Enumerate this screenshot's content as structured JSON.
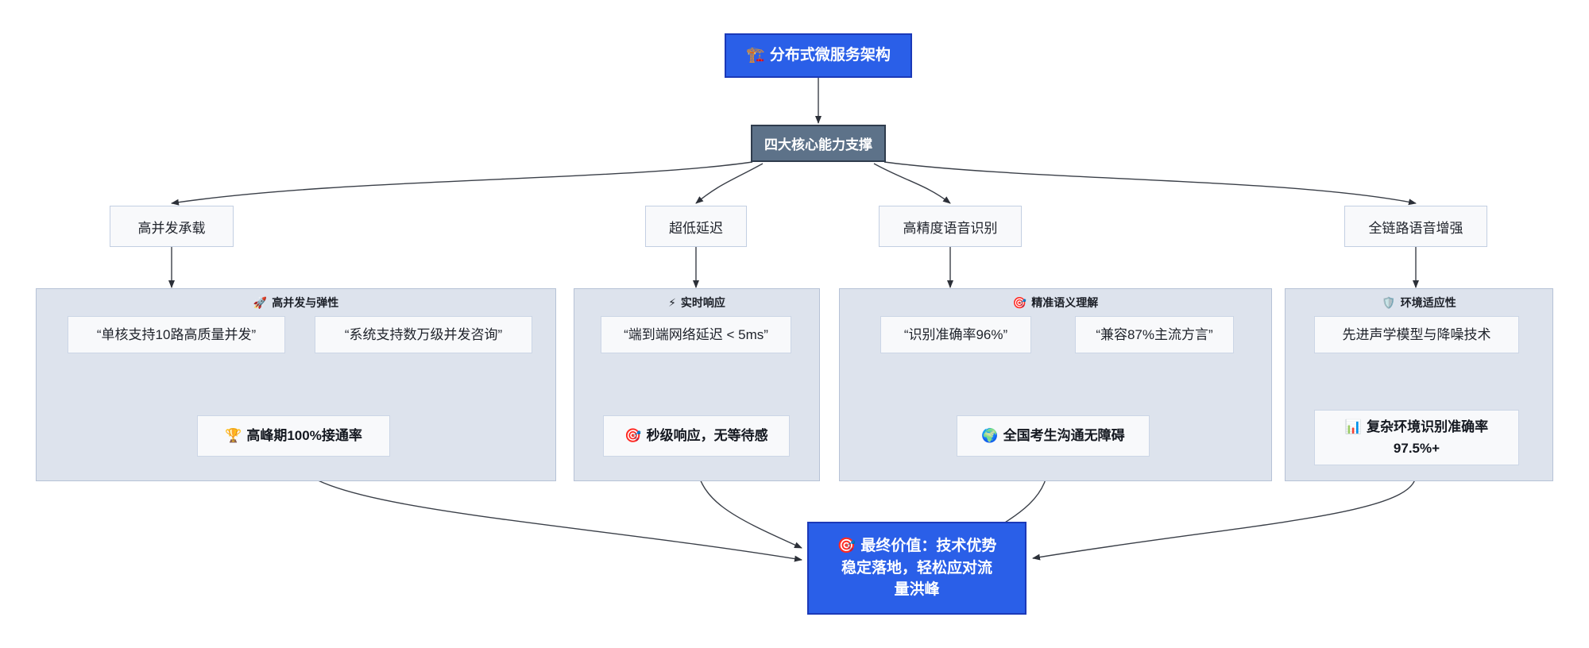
{
  "diagram": {
    "type": "flowchart",
    "direction": "top-down",
    "colors": {
      "primary": "#2a5fe8",
      "primary_border": "#1b39b8",
      "hub": "#5d7289",
      "hub_border": "#2f3c4d",
      "cluster_bg": "#dde3ed",
      "cluster_border": "#b6c2d6",
      "node_bg": "#f8f9fb",
      "node_border": "#c3cfe2",
      "edge": "#333840",
      "text": "#20242c"
    }
  },
  "root": {
    "icon": "construction-crane-icon",
    "icon_glyph": "🏗️",
    "label": "分布式微服务架构"
  },
  "hub": {
    "label": "四大核心能力支撑"
  },
  "capabilities": [
    {
      "id": "concurrency",
      "label": "高并发承载"
    },
    {
      "id": "latency",
      "label": "超低延迟"
    },
    {
      "id": "asr",
      "label": "高精度语音识别"
    },
    {
      "id": "enhance",
      "label": "全链路语音增强"
    }
  ],
  "clusters": [
    {
      "id": "cluster-concurrency",
      "icon": "rocket-icon",
      "icon_glyph": "🚀",
      "title": "高并发与弹性",
      "leaves": [
        {
          "id": "leaf-single-core",
          "label": "“单核支持10路高质量并发”"
        },
        {
          "id": "leaf-tens-thousands",
          "label": "“系统支持数万级并发咨询”"
        }
      ],
      "result": {
        "id": "result-peak",
        "icon": "trophy-icon",
        "icon_glyph": "🏆",
        "label": "高峰期100%接通率"
      }
    },
    {
      "id": "cluster-latency",
      "icon": "lightning-icon",
      "icon_glyph": "⚡",
      "title": "实时响应",
      "leaves": [
        {
          "id": "leaf-e2e-latency",
          "label": "“端到端网络延迟 < 5ms”"
        }
      ],
      "result": {
        "id": "result-instant",
        "icon": "dart-icon",
        "icon_glyph": "🎯",
        "label": "秒级响应，无等待感"
      }
    },
    {
      "id": "cluster-semantics",
      "icon": "dart-icon",
      "icon_glyph": "🎯",
      "title": "精准语义理解",
      "leaves": [
        {
          "id": "leaf-accuracy",
          "label": "“识别准确率96%”"
        },
        {
          "id": "leaf-dialects",
          "label": "“兼容87%主流方言”"
        }
      ],
      "result": {
        "id": "result-nationwide",
        "icon": "globe-icon",
        "icon_glyph": "🌍",
        "label": "全国考生沟通无障碍"
      }
    },
    {
      "id": "cluster-environment",
      "icon": "shield-icon",
      "icon_glyph": "🛡️",
      "title": "环境适应性",
      "leaves": [
        {
          "id": "leaf-acoustic",
          "label": "先进声学模型与降噪技术"
        }
      ],
      "result": {
        "id": "result-complex-env",
        "icon": "bar-chart-icon",
        "icon_glyph": "📊",
        "label_line1": "复杂环境识别准确率",
        "label_line2": "97.5%+"
      }
    }
  ],
  "final": {
    "icon": "dart-icon",
    "icon_glyph": "🎯",
    "label_line1": "最终价值：技术优势",
    "label_line2": "稳定落地，轻松应对流",
    "label_line3": "量洪峰"
  }
}
